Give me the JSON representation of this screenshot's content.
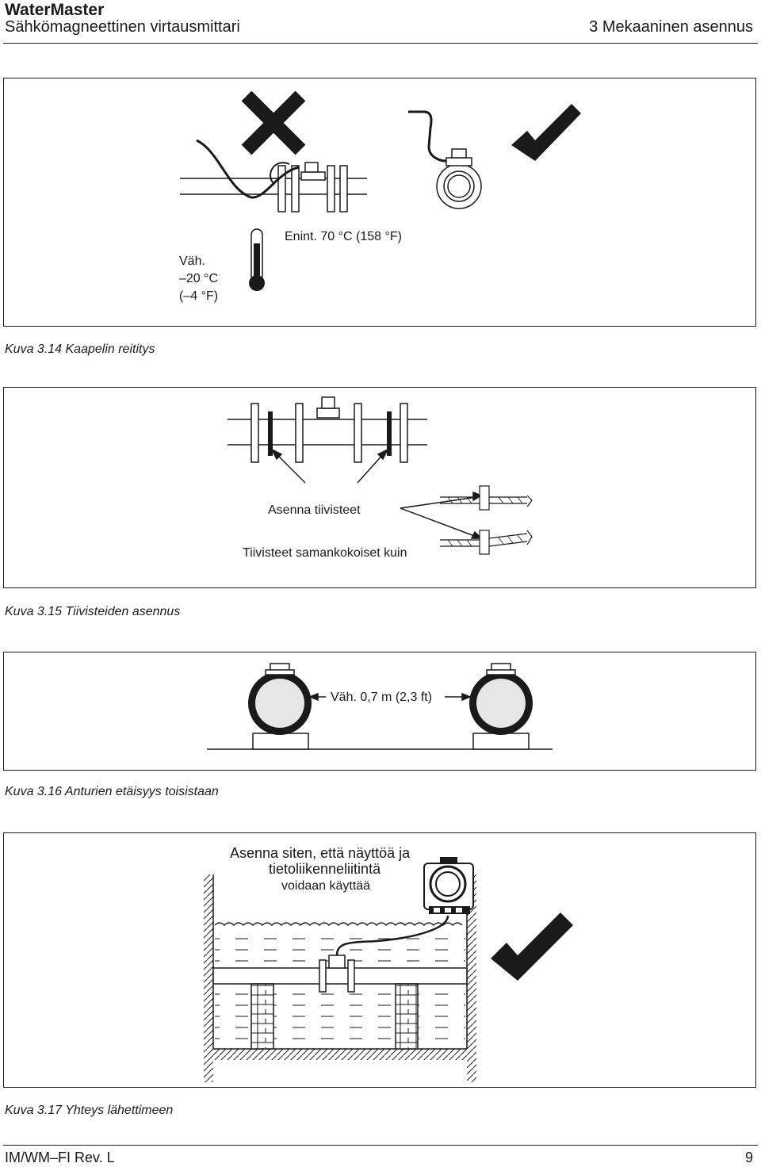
{
  "header": {
    "brand": "WaterMaster",
    "subtitle": "Sähkömagneettinen virtausmittari",
    "section": "3  Mekaaninen asennus"
  },
  "fig14": {
    "label_max": "Enint. 70 °C (158 °F)",
    "label_min_1": "Väh.",
    "label_min_2": "–20 °C",
    "label_min_3": "(–4 °F)",
    "caption": "Kuva 3.14  Kaapelin reititys"
  },
  "fig15": {
    "label_install": "Asenna tiivisteet",
    "label_same": "Tiivisteet samankokoiset kuin",
    "caption": "Kuva 3.15  Tiivisteiden asennus"
  },
  "fig16": {
    "label_distance": "Väh. 0,7 m (2,3 ft)",
    "caption": "Kuva 3.16  Anturien etäisyys toisistaan"
  },
  "fig17": {
    "note_1": "Asenna siten, että näyttöä ja",
    "note_2": "tietoliikenneliitintä",
    "note_3": "voidaan käyttää",
    "caption": "Kuva 3.17  Yhteys lähettimeen"
  },
  "footer": {
    "doc": "IM/WM–FI    Rev. L",
    "page": "9"
  }
}
